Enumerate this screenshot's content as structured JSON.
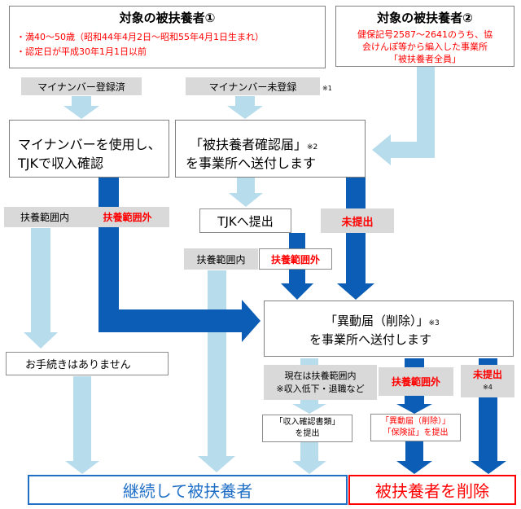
{
  "group1": {
    "title": "対象の被扶養者①",
    "line1": "・満40〜50歳（昭和44年4月2日〜昭和55年4月1日生まれ）",
    "line2": "・認定日が平成30年1月1日以前"
  },
  "group2": {
    "title": "対象の被扶養者②",
    "line1": "健保記号2587〜2641のうち、協",
    "line2": "会けんぽ等から編入した事業所",
    "line3": "「被扶養者全員」"
  },
  "mynumber_registered": "マイナンバー登録済",
  "mynumber_unregistered": "マイナンバー未登録",
  "note1": "※1",
  "step_mynumber": {
    "line1": "マイナンバーを使用し、",
    "line2": "TJKで収入確認"
  },
  "step_confirm": {
    "line1": "「被扶養者確認届」",
    "note": "※2",
    "line2": "を事業所へ送付します"
  },
  "within_range": "扶養範囲内",
  "outside_range": "扶養範囲外",
  "submit_tjk": "TJKへ提出",
  "not_submitted": "未提出",
  "within_range_2": "扶養範囲内",
  "outside_range_2": "扶養範囲外",
  "no_procedure": "お手続きはありません",
  "step_change": {
    "line1": "「異動届（削除）」",
    "note": "※3",
    "line2": "を事業所へ送付します"
  },
  "currently_within": {
    "line1": "現在は扶養範囲内",
    "line2": "※収入低下・退職など"
  },
  "outside_range_3": "扶養範囲外",
  "not_submitted_2": "未提出",
  "note4": "※4",
  "income_doc": {
    "line1": "「収入確認書類」",
    "line2": "を提出"
  },
  "change_doc": {
    "line1": "「異動届（削除）」",
    "line2": "「保険証」を提出"
  },
  "result_continue": "継続して被扶養者",
  "result_delete": "被扶養者を削除",
  "colors": {
    "light_arrow": "#b7dcec",
    "dark_arrow": "#0b5db5",
    "blue_text": "#1f6fc6",
    "red": "#ff0000",
    "gray": "#d9d9d9"
  }
}
